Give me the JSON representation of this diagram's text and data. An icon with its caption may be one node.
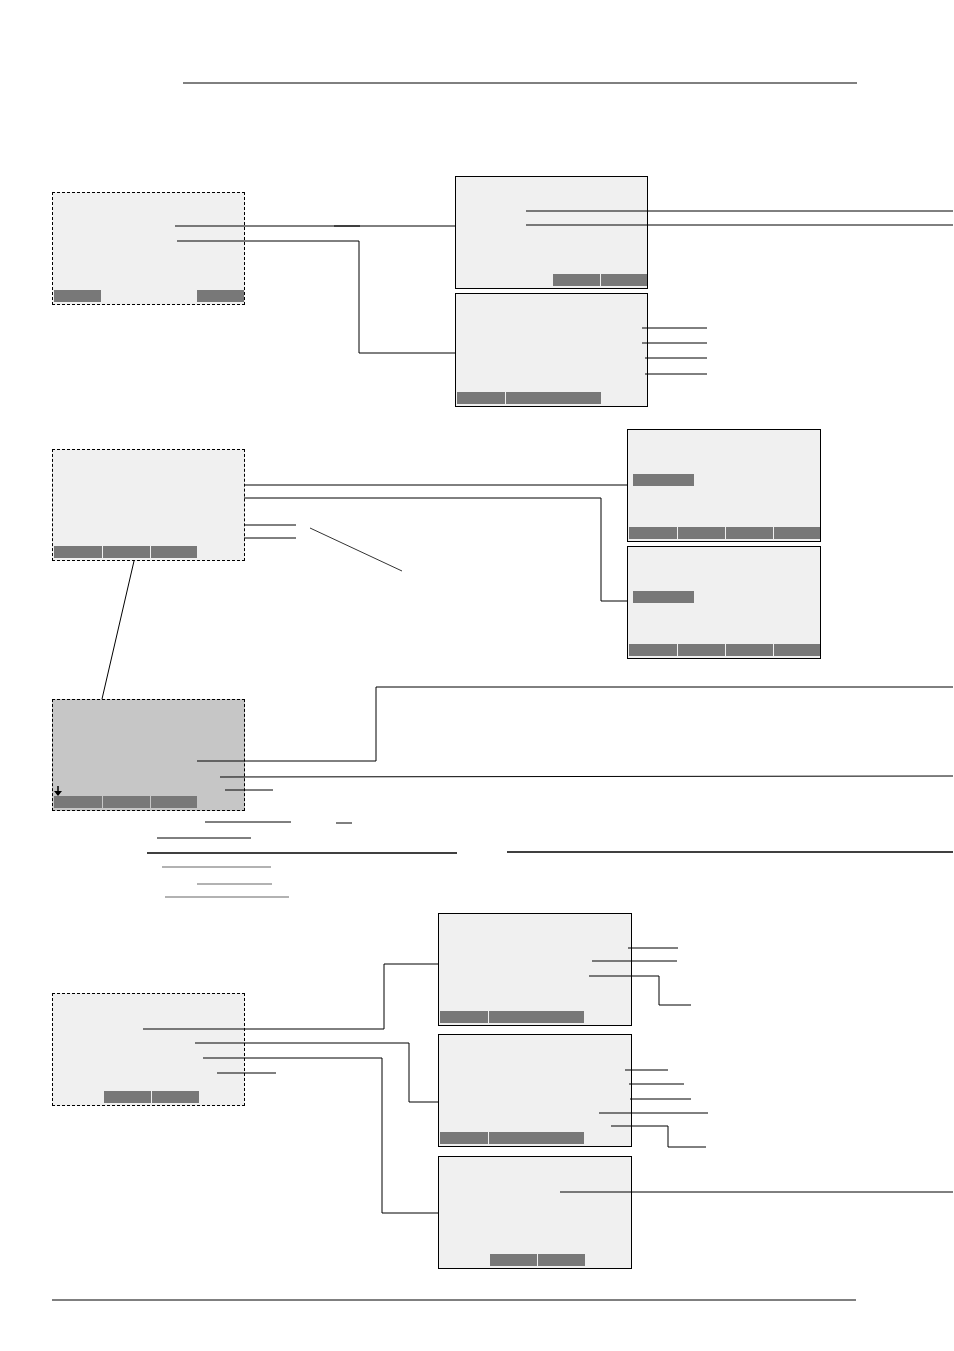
{
  "diagram": {
    "nodes": [
      {
        "text": [],
        "shape": "box"
      },
      {
        "text": [],
        "shape": "box"
      },
      {
        "text": [],
        "shape": "box"
      },
      {
        "text": [],
        "shape": "box"
      },
      {
        "text": [],
        "shape": "box"
      },
      {
        "text": [],
        "shape": "box"
      },
      {
        "text": [],
        "shape": "box"
      },
      {
        "text": [],
        "shape": "box"
      },
      {
        "text": [],
        "shape": "box"
      },
      {
        "text": [],
        "shape": "box"
      },
      {
        "text": [],
        "shape": "box"
      }
    ],
    "edges": [
      {
        "from": 0,
        "to": 1,
        "arrow": "none"
      },
      {
        "from": 0,
        "to": 2,
        "arrow": "none"
      },
      {
        "from": 3,
        "to": 4,
        "arrow": "none"
      },
      {
        "from": 3,
        "to": 5,
        "arrow": "none"
      },
      {
        "from": 3,
        "to": 6,
        "arrow": "none"
      },
      {
        "from": 8,
        "to": 7,
        "arrow": "none"
      },
      {
        "from": 8,
        "to": 9,
        "arrow": "none"
      },
      {
        "from": 8,
        "to": 10,
        "arrow": "none"
      },
      {
        "from": 1,
        "to": null,
        "arrow": "none"
      },
      {
        "from": 1,
        "to": null,
        "arrow": "none"
      },
      {
        "from": 2,
        "to": null,
        "arrow": "none"
      },
      {
        "from": 2,
        "to": null,
        "arrow": "none"
      },
      {
        "from": 2,
        "to": null,
        "arrow": "none"
      },
      {
        "from": 2,
        "to": null,
        "arrow": "none"
      },
      {
        "from": 3,
        "to": null,
        "arrow": "none"
      },
      {
        "from": 3,
        "to": null,
        "arrow": "none"
      },
      {
        "from": 6,
        "to": null,
        "arrow": "none"
      },
      {
        "from": 6,
        "to": null,
        "arrow": "none"
      },
      {
        "from": 6,
        "to": null,
        "arrow": "none"
      },
      {
        "from": 6,
        "to": null,
        "arrow": "none"
      },
      {
        "from": 7,
        "to": null,
        "arrow": "none"
      },
      {
        "from": 7,
        "to": null,
        "arrow": "none"
      },
      {
        "from": 7,
        "to": null,
        "arrow": "none"
      },
      {
        "from": 8,
        "to": null,
        "arrow": "none"
      },
      {
        "from": 9,
        "to": null,
        "arrow": "none"
      },
      {
        "from": 9,
        "to": null,
        "arrow": "none"
      },
      {
        "from": 9,
        "to": null,
        "arrow": "none"
      },
      {
        "from": 9,
        "to": null,
        "arrow": "none"
      },
      {
        "from": 9,
        "to": null,
        "arrow": "none"
      },
      {
        "from": 10,
        "to": null,
        "arrow": "none"
      }
    ]
  }
}
